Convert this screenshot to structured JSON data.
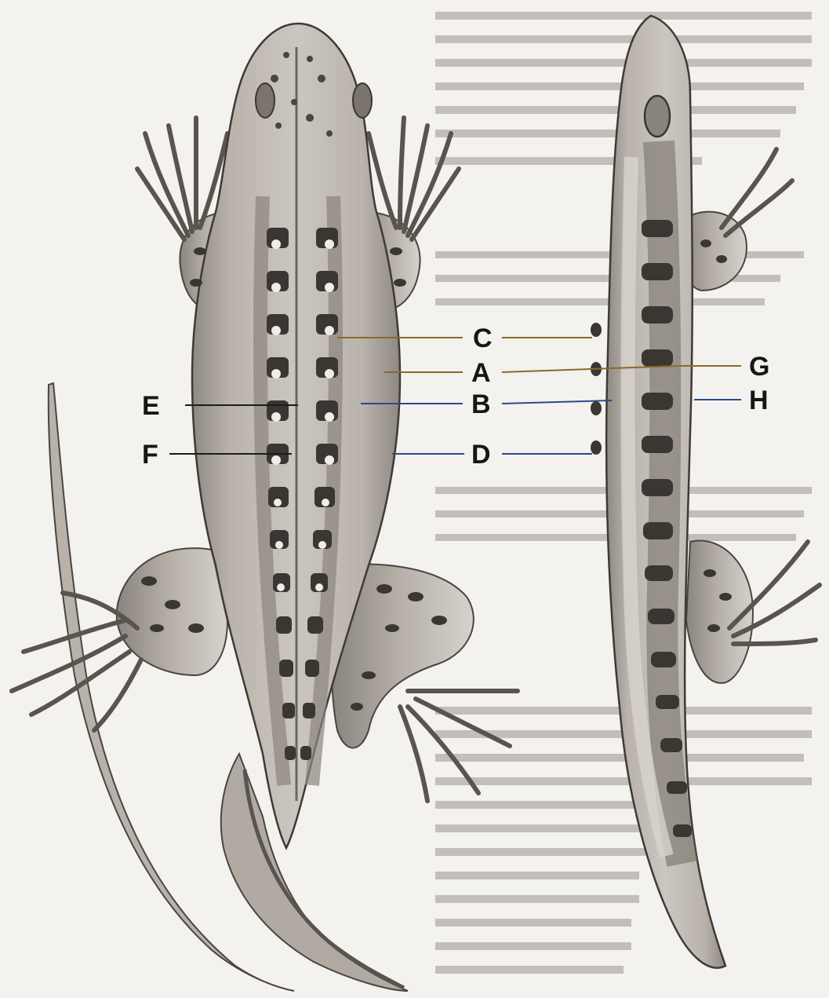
{
  "labels": [
    {
      "id": "C",
      "text": "C",
      "color": "#8a6a2a"
    },
    {
      "id": "A",
      "text": "A",
      "color": "#8a6a2a"
    },
    {
      "id": "E",
      "text": "E",
      "color": "#1c1c1c"
    },
    {
      "id": "B",
      "text": "B",
      "color": "#2c4a8a"
    },
    {
      "id": "F",
      "text": "F",
      "color": "#1c1c1c"
    },
    {
      "id": "D",
      "text": "D",
      "color": "#2c4a8a"
    },
    {
      "id": "G",
      "text": "G",
      "color": "#8a6a2a"
    },
    {
      "id": "H",
      "text": "H",
      "color": "#2c4a8a"
    }
  ],
  "colors": {
    "background": "#f4f2ee",
    "body_light": "#cfcac4",
    "body_mid": "#a9a39c",
    "body_dark": "#6f6963",
    "spot": "#3a3631",
    "label_text": "#161616"
  }
}
